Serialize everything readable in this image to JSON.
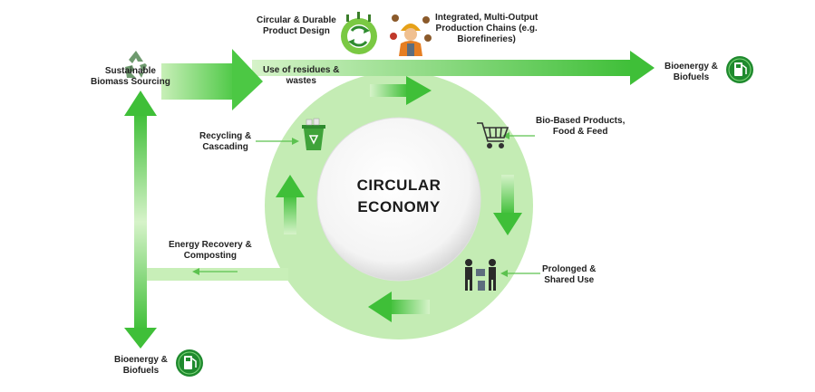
{
  "center": {
    "line1": "CIRCULAR",
    "line2": "ECONOMY"
  },
  "labels": {
    "sustainable": [
      "Sustainable",
      "Biomass Sourcing"
    ],
    "use_residues": [
      "Use of  residues &",
      "wastes"
    ],
    "circular_design": [
      "Circular & Durable",
      "Product Design"
    ],
    "integrated": [
      "Integrated, Multi-Output",
      "Production Chains (e.g.",
      "Biorefineries)"
    ],
    "bioenergy_top": [
      "Bioenergy &",
      "Biofuels"
    ],
    "bio_based": [
      "Bio-Based Products,",
      "Food & Feed"
    ],
    "recycling": [
      "Recycling &",
      "Cascading"
    ],
    "energy_recovery": [
      "Energy Recovery &",
      "Composting"
    ],
    "prolonged": [
      "Prolonged &",
      "Shared Use"
    ],
    "bioenergy_bottom": [
      "Bioenergy &",
      "Biofuels"
    ]
  },
  "icons": {
    "recycle": "recycle-icon",
    "globe": "eco-globe-icon",
    "worker": "industrial-worker-icon",
    "fuel_top": "fuel-pump-icon",
    "fuel_bottom": "fuel-pump-icon",
    "cart": "shopping-cart-icon",
    "bin": "recycling-bin-icon",
    "people": "shared-use-people-icon"
  },
  "colors": {
    "ring": "#c4ecb4",
    "arrow_light": "#c8efb8",
    "arrow_dark": "#3fbf38",
    "fuel_badge": "#1f8a2e",
    "line": "#5cc24f"
  }
}
